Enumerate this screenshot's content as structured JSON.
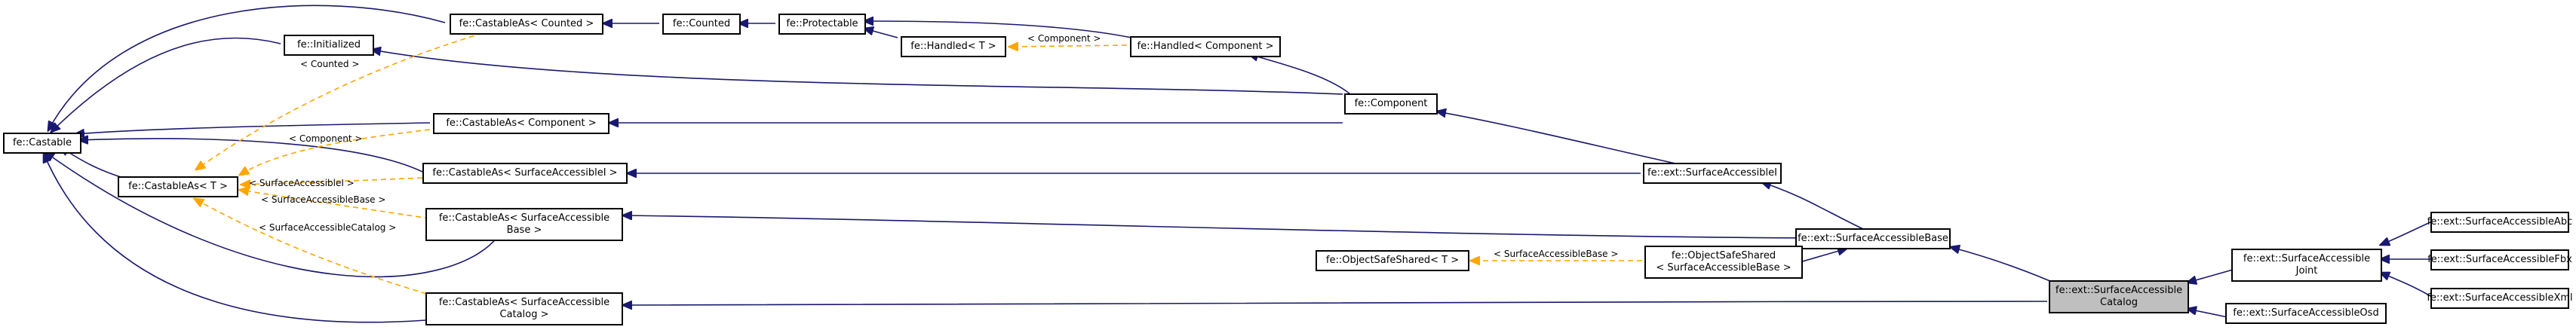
{
  "colors": {
    "inherit_edge": "#191970",
    "template_edge": "#ffa500",
    "focus_fill": "#bfbfbf",
    "node_border": "#000000"
  },
  "nodes": {
    "castable": "fe::Castable",
    "initialized": "fe::Initialized",
    "castable_as_t": "fe::CastableAs< T >",
    "castable_as_counted": "fe::CastableAs< Counted >",
    "castable_as_component": "fe::CastableAs< Component >",
    "castable_as_surface_accessible_i": "fe::CastableAs< SurfaceAccessibleI >",
    "castable_as_surface_accessible_base": "fe::CastableAs< SurfaceAccessible\nBase >",
    "castable_as_surface_accessible_catalog": "fe::CastableAs< SurfaceAccessible\nCatalog >",
    "counted": "fe::Counted",
    "protectable": "fe::Protectable",
    "handled_t": "fe::Handled< T >",
    "handled_component": "fe::Handled< Component >",
    "component": "fe::Component",
    "surface_accessible_i": "fe::ext::SurfaceAccessibleI",
    "surface_accessible_base": "fe::ext::SurfaceAccessibleBase",
    "object_safe_shared_t": "fe::ObjectSafeShared< T >",
    "object_safe_shared_base": "fe::ObjectSafeShared\n< SurfaceAccessibleBase >",
    "surface_accessible_catalog": "fe::ext::SurfaceAccessible\nCatalog",
    "surface_accessible_joint": "fe::ext::SurfaceAccessible\nJoint",
    "surface_accessible_osd": "fe::ext::SurfaceAccessibleOsd",
    "surface_accessible_abc": "fe::ext::SurfaceAccessibleAbc",
    "surface_accessible_fbx": "fe::ext::SurfaceAccessibleFbx",
    "surface_accessible_xml": "fe::ext::SurfaceAccessibleXml"
  },
  "edge_labels": {
    "counted": "< Counted >",
    "component_t": "< Component >",
    "component_handled": "< Component >",
    "surface_accessible_i": "< SurfaceAccessibleI >",
    "surface_accessible_base": "< SurfaceAccessibleBase >",
    "surface_accessible_catalog": "< SurfaceAccessibleCatalog >",
    "object_safe_base": "< SurfaceAccessibleBase >"
  }
}
